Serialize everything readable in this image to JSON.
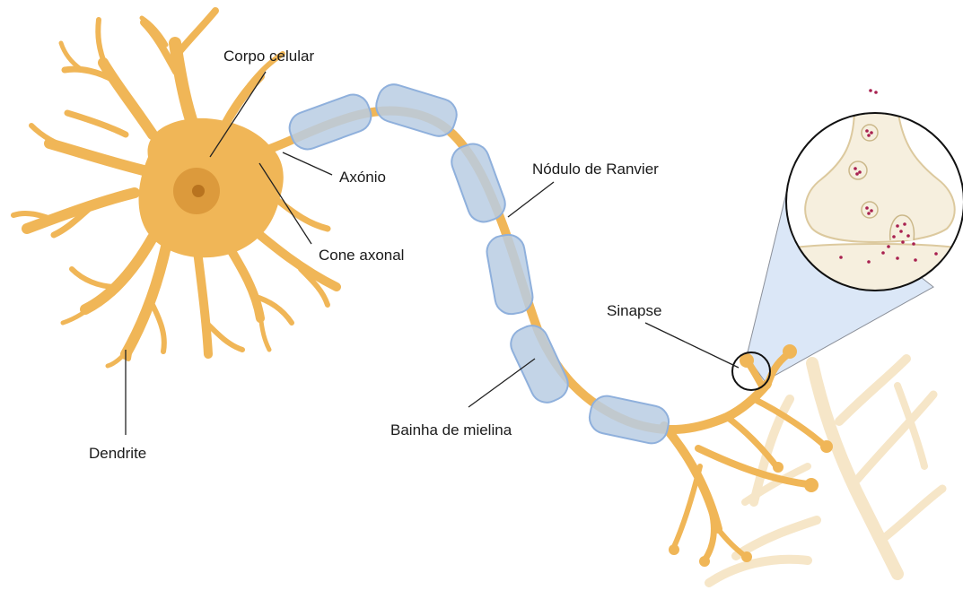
{
  "labels": {
    "corpo_celular": "Corpo celular",
    "axonio": "Axónio",
    "cone_axonal": "Cone axonal",
    "nodulo_ranvier": "Nódulo de Ranvier",
    "bainha_mielina": "Bainha de mielina",
    "sinapse": "Sinapse",
    "dendrite": "Dendrite"
  },
  "colors": {
    "neuron": "#f0b657",
    "neuron_edge": "#e3a543",
    "nucleus": "#dc9a3c",
    "nucleolus": "#b8731f",
    "myelin_fill": "#b9cde3",
    "myelin_edge": "#8fb0dc",
    "faded_terminal": "#f6e6c8",
    "zoom_cone": "#dbe7f7",
    "synapse_terminal": "#f6efde",
    "vesicle_dot": "#a8204f",
    "leader_line": "#222222"
  }
}
